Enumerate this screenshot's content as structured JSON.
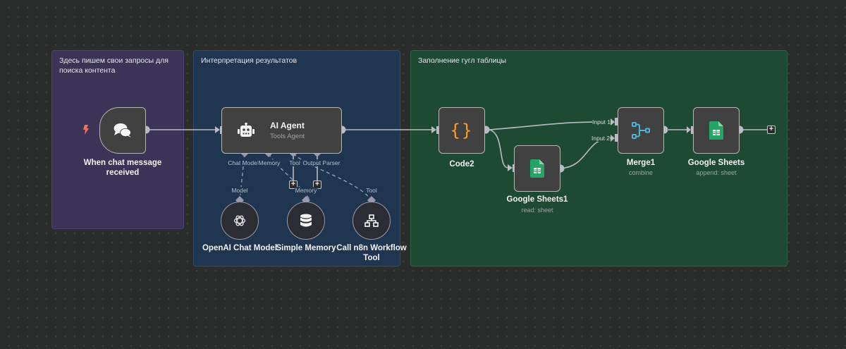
{
  "sticky_notes": [
    {
      "text_line1": "Здесь пишем свои запросы для",
      "text_line2": "поиска контента",
      "color": "#3b3456"
    },
    {
      "text_line1": "Интерпретация результатов",
      "color": "#1f3550"
    },
    {
      "text_line1": "Заполнение гугл таблицы",
      "color": "#1e4a33"
    }
  ],
  "nodes": {
    "chat_trigger": {
      "label_line1": "When chat message",
      "label_line2": "received",
      "icon": "chat-bubbles-icon",
      "trigger_icon": "lightning-bolt-icon"
    },
    "ai_agent": {
      "title": "AI Agent",
      "subtitle": "Tools Agent",
      "icon": "robot-icon",
      "handles": [
        "Chat Model",
        "Memory",
        "Tool",
        "Output Parser"
      ]
    },
    "openai_model": {
      "label": "OpenAI Chat Model",
      "icon": "openai-icon",
      "handle_label": "Model"
    },
    "simple_memory": {
      "label": "Simple Memory",
      "icon": "database-icon",
      "handle_label": "Memory"
    },
    "workflow_tool": {
      "label_line1": "Call n8n Workflow",
      "label_line2": "Tool",
      "icon": "sitemap-icon",
      "handle_label": "Tool"
    },
    "code2": {
      "label": "Code2",
      "icon": "curly-braces-icon",
      "glyph": "{}"
    },
    "google_sheets1": {
      "label": "Google Sheets1",
      "subtitle": "read: sheet",
      "icon": "google-sheets-icon"
    },
    "merge1": {
      "label": "Merge1",
      "subtitle": "combine",
      "icon": "merge-icon",
      "inputs": [
        "Input 1",
        "Input 2"
      ]
    },
    "google_sheets": {
      "label": "Google Sheets",
      "subtitle": "append: sheet",
      "icon": "google-sheets-icon"
    }
  },
  "add_buttons": {
    "symbol": "+"
  },
  "colors": {
    "canvas": "#2b2c2c",
    "node_bg": "#414141",
    "node_border": "#b5b5b5",
    "edge": "#b9bcc2",
    "code_icon": "#ff9b26",
    "sheets_icon": "#23a566",
    "merge_icon": "#4fb3d6",
    "trigger_bolt": "#ff6b5a"
  }
}
